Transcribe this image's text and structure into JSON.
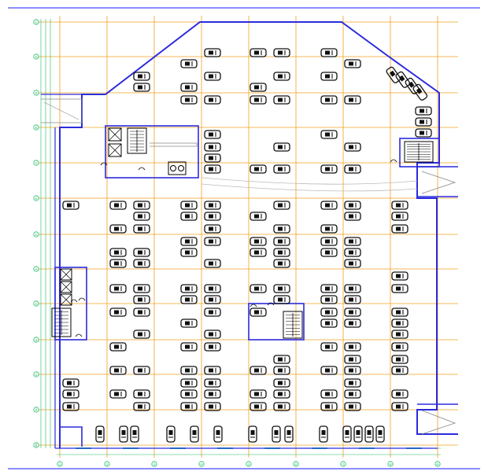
{
  "colors": {
    "frame": "#1a1aff",
    "wall": "#2b2bdd",
    "grid": "#f0a020",
    "axis": "#22bb66",
    "dim": "#22cc99",
    "car": "#111111",
    "room": "#000000",
    "ramp": "#888888",
    "background": "#ffffff"
  },
  "grid": {
    "col_bubble_labels": [
      "①",
      "②",
      "③",
      "④",
      "⑤",
      "⑥",
      "⑦",
      "⑧",
      "⑨"
    ],
    "row_bubble_labels": [
      "⑪",
      "⑩",
      "⑨",
      "⑧",
      "⑦",
      "⑥",
      "⑤",
      "④",
      "③",
      "②",
      "①",
      "A",
      "B"
    ]
  },
  "icons": [
    "car-icon",
    "stair-icon",
    "elevator-icon",
    "ramp-icon"
  ]
}
